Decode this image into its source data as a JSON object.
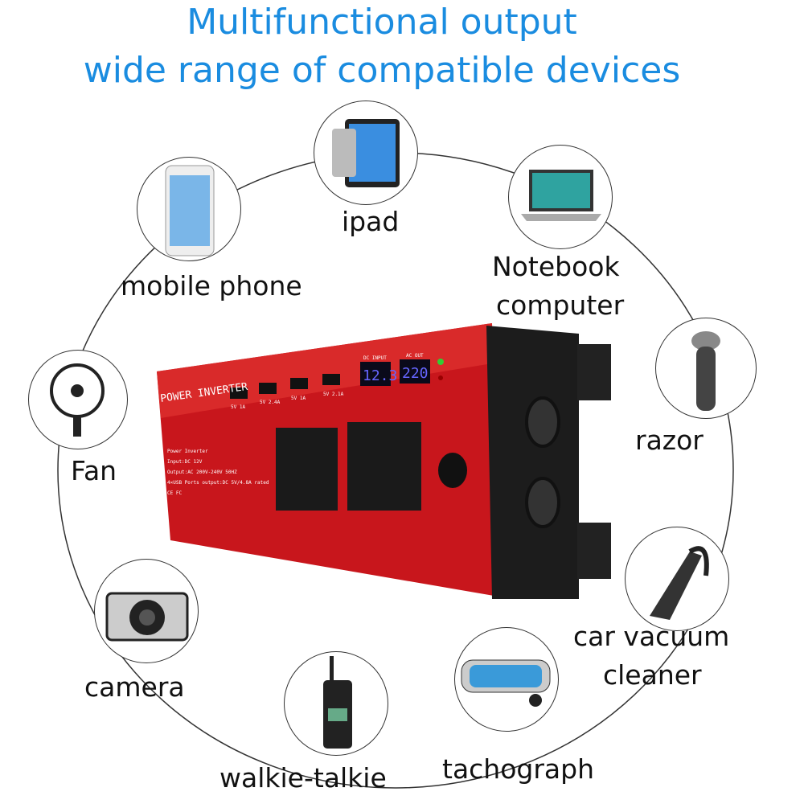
{
  "title": {
    "line1": "Multifunctional output",
    "line2": "wide range of compatible devices"
  },
  "devices": [
    {
      "label": "ipad",
      "icon": "tablet-icon"
    },
    {
      "label": "mobile phone",
      "icon": "phone-icon"
    },
    {
      "label": "Notebook",
      "label2": "computer",
      "icon": "laptop-icon"
    },
    {
      "label": "razor",
      "icon": "razor-icon"
    },
    {
      "label": "Fan",
      "icon": "fan-icon"
    },
    {
      "label": "car vacuum",
      "label2": "cleaner",
      "icon": "vacuum-icon"
    },
    {
      "label": "camera",
      "icon": "camera-icon"
    },
    {
      "label": "walkie-talkie",
      "icon": "walkie-talkie-icon"
    },
    {
      "label": "tachograph",
      "icon": "dashcam-icon"
    }
  ],
  "inverter": {
    "brand": "POWER INVERTER",
    "usb": [
      "5V 1A",
      "5V 2.4A",
      "5V 1A",
      "5V 2.1A"
    ],
    "dc_label": "DC INPUT",
    "dc_value": "12.3",
    "ac_label": "AC OUT",
    "ac_value": "220",
    "spec": [
      "Power Inverter",
      "Input:DC 12V",
      "Output:AC 200V-240V 50HZ",
      "4×USB Ports output:DC 5V/4.8A rated",
      "CE FC"
    ],
    "body_color": "#c8161c"
  }
}
